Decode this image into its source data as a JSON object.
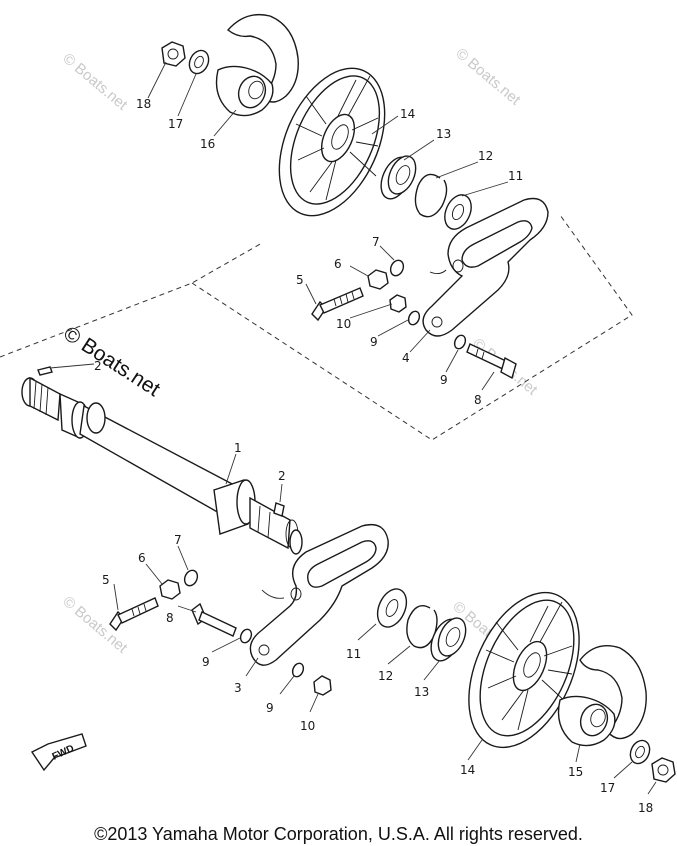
{
  "diagram": {
    "callouts": {
      "c1": "1",
      "c2a": "2",
      "c2b": "2",
      "c3": "3",
      "c4": "4",
      "c5a": "5",
      "c5b": "5",
      "c6a": "6",
      "c6b": "6",
      "c7a": "7",
      "c7b": "7",
      "c8a": "8",
      "c8b": "8",
      "c9a": "9",
      "c9b": "9",
      "c9c": "9",
      "c9d": "9",
      "c10a": "10",
      "c10b": "10",
      "c11a": "11",
      "c11b": "11",
      "c12a": "12",
      "c12b": "12",
      "c13a": "13",
      "c13b": "13",
      "c14a": "14",
      "c14b": "14",
      "c15": "15",
      "c16": "16",
      "c17a": "17",
      "c17b": "17",
      "c18a": "18",
      "c18b": "18"
    },
    "watermark": "© Boats.net",
    "watermark_main": "© Boats.net",
    "fwd_label": "FWD"
  },
  "footer": {
    "copyright": "©2013 Yamaha Motor Corporation, U.S.A. All rights reserved."
  }
}
